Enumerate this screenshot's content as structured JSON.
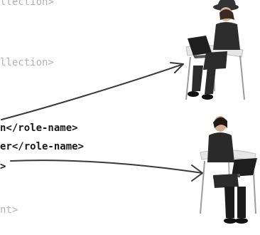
{
  "code_lines": [
    {
      "text": "llection>",
      "style": "faded"
    },
    {
      "text": "llection>",
      "style": "faded"
    },
    {
      "text": "n</role-name>",
      "style": "bold"
    },
    {
      "text": "er</role-name>",
      "style": "bold"
    },
    {
      "text": ">",
      "style": "bold"
    },
    {
      "text": "nt>",
      "style": "faded"
    }
  ],
  "colors": {
    "faded_text": "#b3b3b3",
    "bold_text": "#1a1a1a",
    "arrow": "#3a3a3a"
  },
  "illustrations": [
    {
      "name": "woman-with-hat-using-laptop-on-chair"
    },
    {
      "name": "woman-using-laptop-on-chair"
    }
  ]
}
